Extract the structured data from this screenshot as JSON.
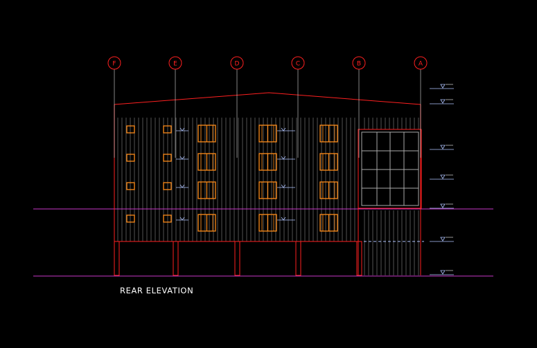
{
  "drawing": {
    "title": "REAR ELEVATION",
    "grid_labels": [
      "F",
      "E",
      "D",
      "C",
      "B",
      "A"
    ]
  },
  "colors": {
    "background": "#000000",
    "outline": "#ff2020",
    "windows": "#ff8c1a",
    "cladding": "#8a8a8a",
    "ground_lines": "#c837c8",
    "level_marks": "#b0c4ff",
    "text": "#ffffff"
  }
}
